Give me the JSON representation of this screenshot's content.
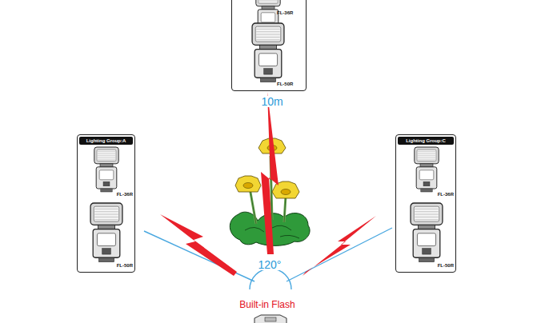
{
  "diagram": {
    "nodes": [
      {
        "text": [
          "FL-36R",
          "FL-50R"
        ]
      },
      {
        "text": [
          "Lighting Group:A",
          "FL-36R",
          "FL-50R"
        ]
      },
      {
        "text": [
          "Lighting Group:C",
          "FL-36R",
          "FL-50R"
        ]
      }
    ],
    "labels": [
      "10m",
      "120°",
      "Built-in Flash"
    ]
  }
}
